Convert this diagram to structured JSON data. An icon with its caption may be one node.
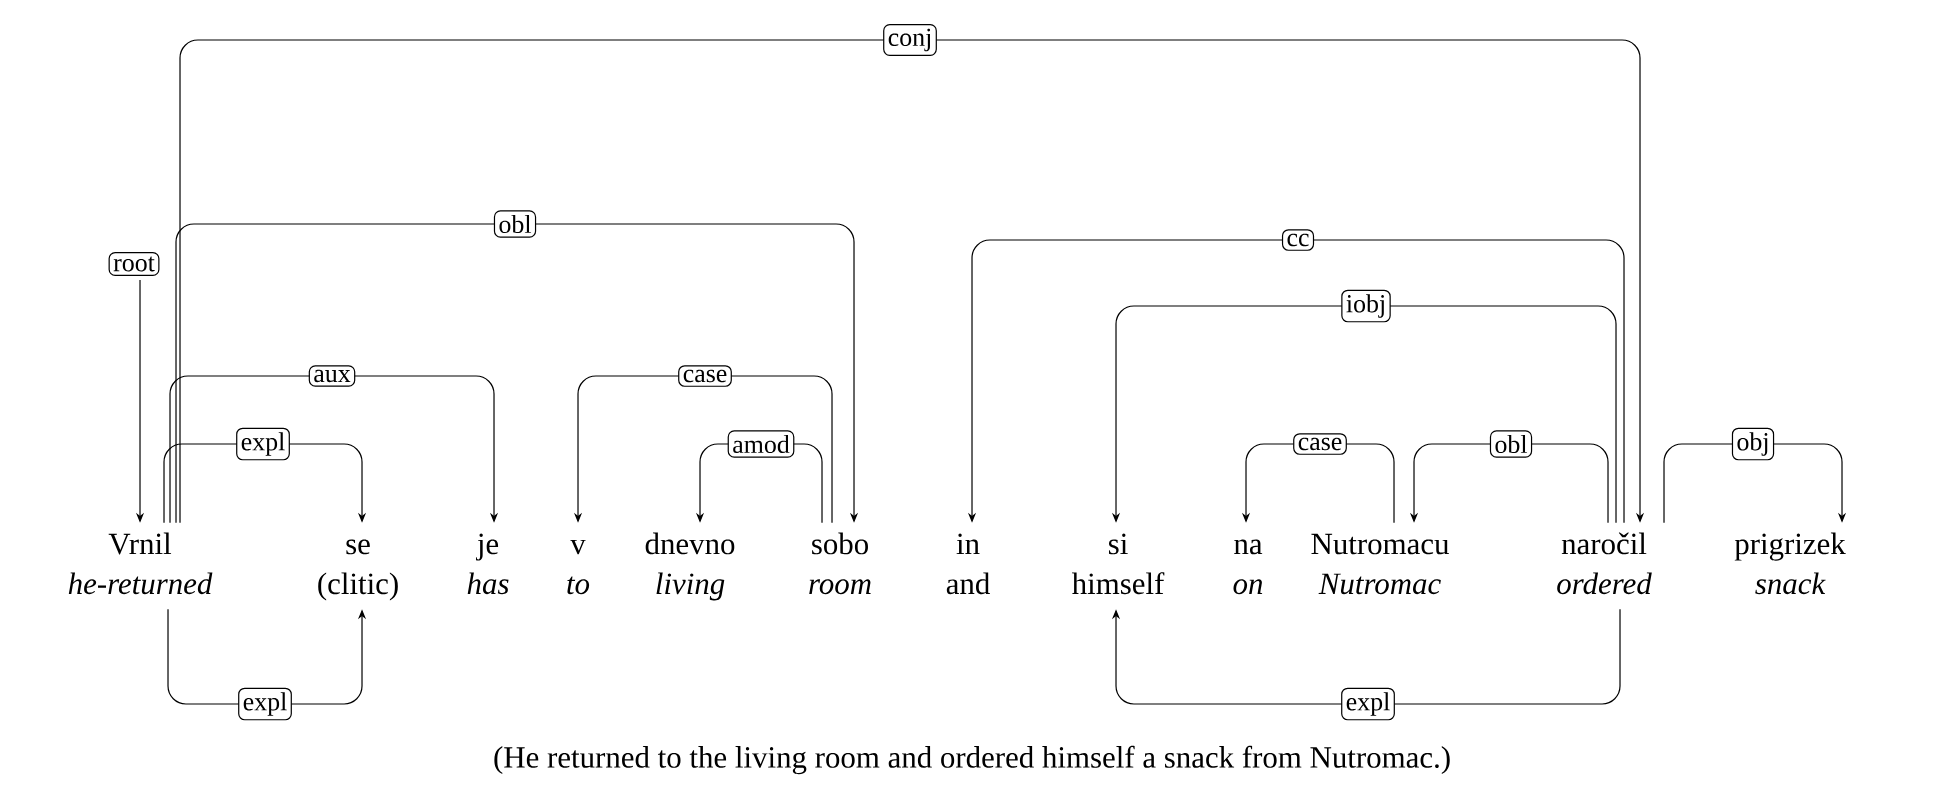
{
  "diagram": {
    "caption": "(He returned to the living room and ordered himself a snack from Nutromac.)",
    "nodes": [
      {
        "text": [
          "Vrnil",
          "he-returned"
        ]
      },
      {
        "text": [
          "se",
          "(clitic)"
        ]
      },
      {
        "text": [
          "je",
          "has"
        ]
      },
      {
        "text": [
          "v",
          "to"
        ]
      },
      {
        "text": [
          "dnevno",
          "living"
        ]
      },
      {
        "text": [
          "sobo",
          "room"
        ]
      },
      {
        "text": [
          "in",
          "and"
        ]
      },
      {
        "text": [
          "si",
          "himself"
        ]
      },
      {
        "text": [
          "na",
          "on"
        ]
      },
      {
        "text": [
          "Nutromacu",
          "Nutromac"
        ]
      },
      {
        "text": [
          "naročil",
          "ordered"
        ]
      },
      {
        "text": [
          "prigrizek",
          "snack"
        ]
      }
    ],
    "edges": [
      {
        "from": null,
        "to": 0,
        "arrow": "to",
        "label": "root"
      },
      {
        "from": 0,
        "to": 10,
        "arrow": "to",
        "label": "conj"
      },
      {
        "from": 0,
        "to": 5,
        "arrow": "to",
        "label": "obl"
      },
      {
        "from": 0,
        "to": 2,
        "arrow": "to",
        "label": "aux"
      },
      {
        "from": 0,
        "to": 1,
        "arrow": "to",
        "label": "expl"
      },
      {
        "from": 5,
        "to": 3,
        "arrow": "to",
        "label": "case"
      },
      {
        "from": 5,
        "to": 4,
        "arrow": "to",
        "label": "amod"
      },
      {
        "from": 10,
        "to": 6,
        "arrow": "to",
        "label": "cc"
      },
      {
        "from": 10,
        "to": 7,
        "arrow": "to",
        "label": "iobj"
      },
      {
        "from": 9,
        "to": 8,
        "arrow": "to",
        "label": "case"
      },
      {
        "from": 10,
        "to": 9,
        "arrow": "to",
        "label": "obl"
      },
      {
        "from": 10,
        "to": 11,
        "arrow": "to",
        "label": "obj"
      },
      {
        "from": 0,
        "to": 1,
        "arrow": "to",
        "label": "expl"
      },
      {
        "from": 10,
        "to": 7,
        "arrow": "to",
        "label": "expl"
      }
    ]
  }
}
